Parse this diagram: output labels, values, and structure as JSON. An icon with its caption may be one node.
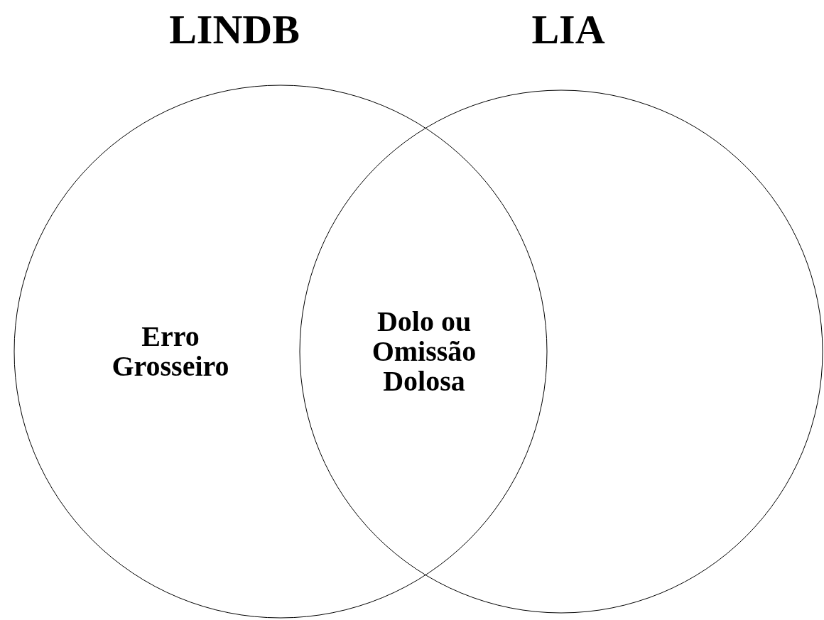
{
  "diagram": {
    "nodes": [
      {
        "text": [
          "LINDB",
          "Erro Grosseiro"
        ]
      },
      {
        "text": [
          "LIA"
        ]
      }
    ],
    "labels": [
      "Dolo ou Omissão Dolosa"
    ]
  }
}
